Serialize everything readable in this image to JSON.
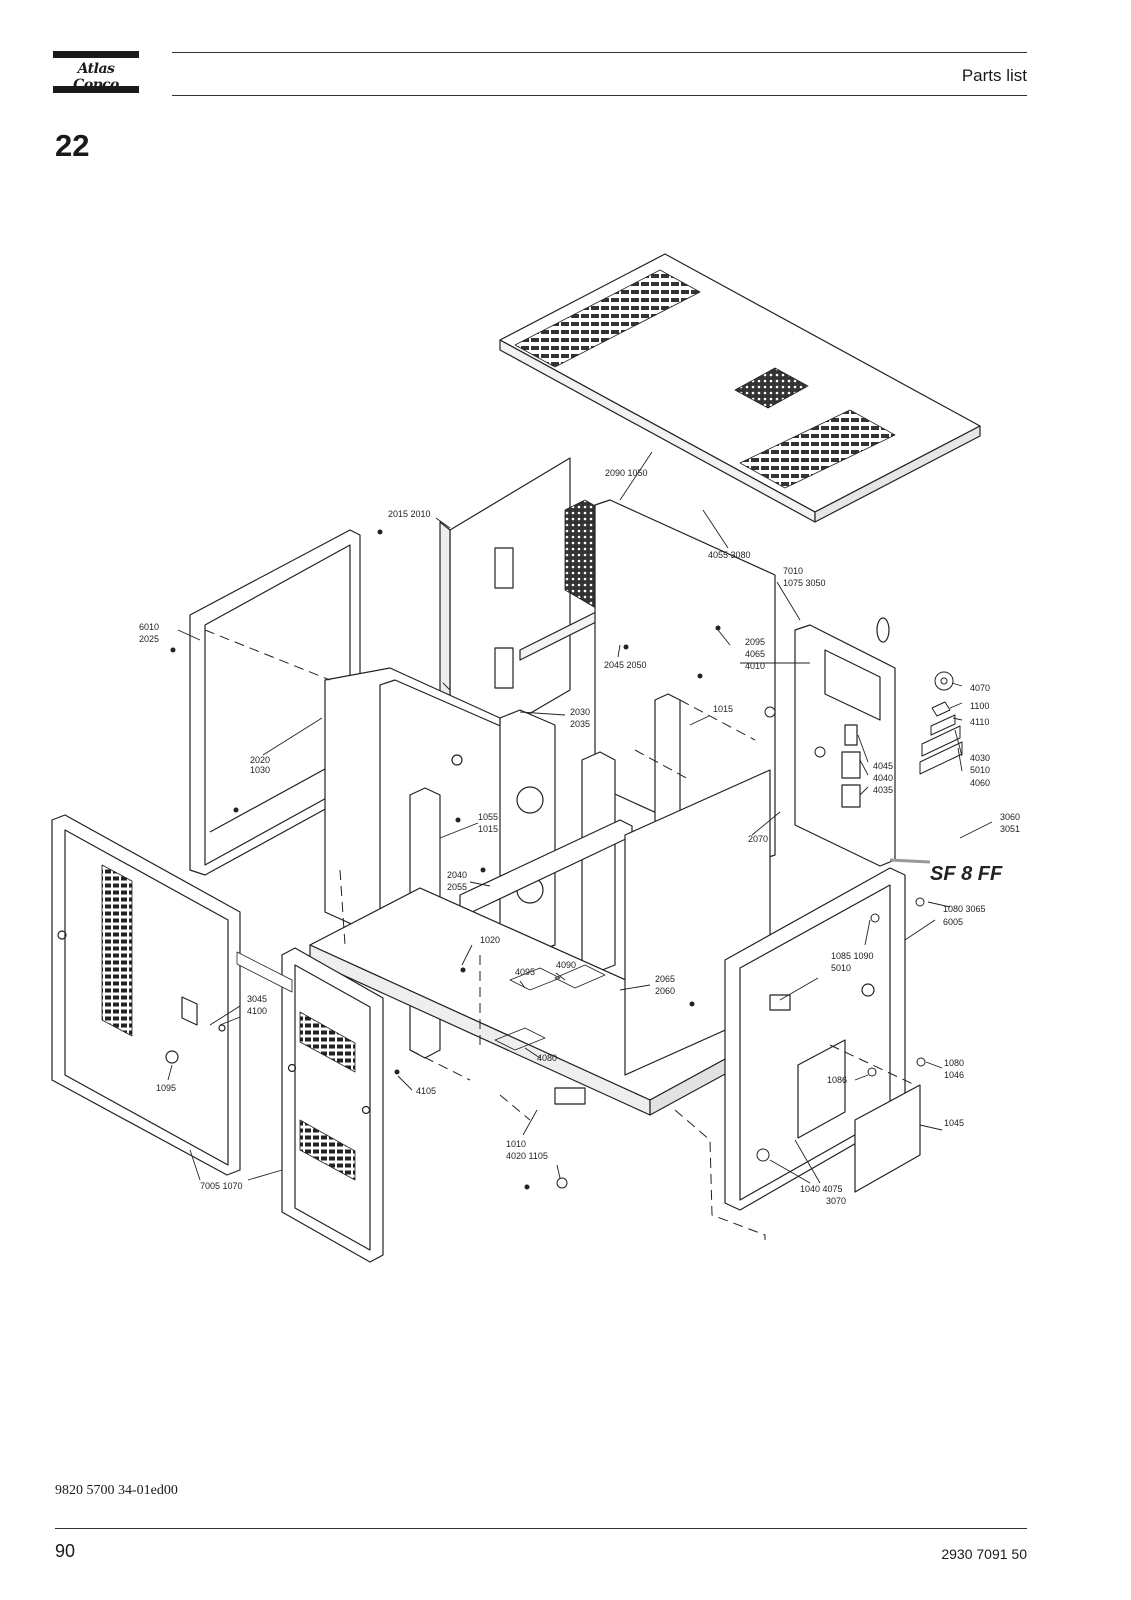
{
  "header": {
    "brand": "Atlas Copco",
    "title": "Parts list"
  },
  "section_number": "22",
  "diagram": {
    "labels": [
      {
        "id": "l2090",
        "text": "2090 1050"
      },
      {
        "id": "l2015",
        "text": "2015 2010"
      },
      {
        "id": "l4055",
        "text": "4055 3080"
      },
      {
        "id": "l7010",
        "text": "7010"
      },
      {
        "id": "l1075",
        "text": "1075 3050"
      },
      {
        "id": "l6010",
        "text": "6010"
      },
      {
        "id": "l2025",
        "text": "2025"
      },
      {
        "id": "l2095",
        "text": "2095"
      },
      {
        "id": "l4065",
        "text": "4065"
      },
      {
        "id": "l4010",
        "text": "4010"
      },
      {
        "id": "l2045",
        "text": "2045 2050"
      },
      {
        "id": "l4070",
        "text": "4070"
      },
      {
        "id": "l1100",
        "text": "1100"
      },
      {
        "id": "l4110",
        "text": "4110"
      },
      {
        "id": "l2030",
        "text": "2030"
      },
      {
        "id": "l2035",
        "text": "2035"
      },
      {
        "id": "l1015a",
        "text": "1015"
      },
      {
        "id": "l2020",
        "text": "2020"
      },
      {
        "id": "l1030",
        "text": "1030"
      },
      {
        "id": "l4030",
        "text": "4030"
      },
      {
        "id": "l5010a",
        "text": "5010"
      },
      {
        "id": "l4060",
        "text": "4060"
      },
      {
        "id": "l4045",
        "text": "4045"
      },
      {
        "id": "l4040",
        "text": "4040"
      },
      {
        "id": "l4035",
        "text": "4035"
      },
      {
        "id": "l1055",
        "text": "1055"
      },
      {
        "id": "l1015b",
        "text": "1015"
      },
      {
        "id": "l3060",
        "text": "3060"
      },
      {
        "id": "l3051",
        "text": "3051"
      },
      {
        "id": "l2070",
        "text": "2070"
      },
      {
        "id": "l2040",
        "text": "2040"
      },
      {
        "id": "l2055",
        "text": "2055"
      },
      {
        "id": "l1080a",
        "text": "1080 3065"
      },
      {
        "id": "l6005",
        "text": "6005"
      },
      {
        "id": "l1020",
        "text": "1020"
      },
      {
        "id": "l1085",
        "text": "1085 1090"
      },
      {
        "id": "l5010b",
        "text": "5010"
      },
      {
        "id": "l4095",
        "text": "4095"
      },
      {
        "id": "l4090",
        "text": "4090"
      },
      {
        "id": "l3045",
        "text": "3045"
      },
      {
        "id": "l4100",
        "text": "4100"
      },
      {
        "id": "l2065",
        "text": "2065"
      },
      {
        "id": "l2060",
        "text": "2060"
      },
      {
        "id": "l4080",
        "text": "4080"
      },
      {
        "id": "l1080b",
        "text": "1080"
      },
      {
        "id": "l1046",
        "text": "1046"
      },
      {
        "id": "l1086",
        "text": "1086"
      },
      {
        "id": "l1095",
        "text": "1095"
      },
      {
        "id": "l4105",
        "text": "4105"
      },
      {
        "id": "l1045",
        "text": "1045"
      },
      {
        "id": "l1010",
        "text": "1010"
      },
      {
        "id": "l4020",
        "text": "4020 1105"
      },
      {
        "id": "l1040",
        "text": "1040 4075"
      },
      {
        "id": "l3070",
        "text": "3070"
      },
      {
        "id": "l7005",
        "text": "7005 1070"
      }
    ],
    "product_decal": "SF 8 FF"
  },
  "footer": {
    "doc_ref": "9820 5700 34-01ed00",
    "page_number": "90",
    "part_number": "2930 7091 50"
  }
}
